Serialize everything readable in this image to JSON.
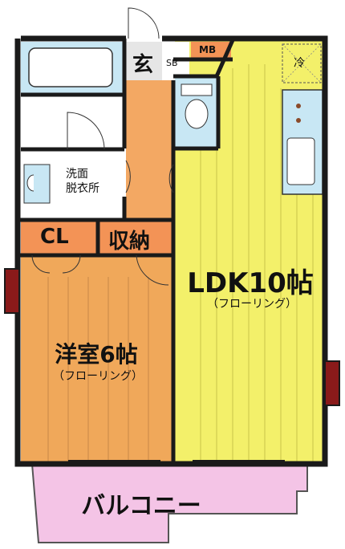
{
  "rooms": {
    "entrance": "玄",
    "shoe_box": "SB",
    "meter_box": "MB",
    "fridge": "冷",
    "washroom": "洗面\n脱衣所",
    "closet": "CL",
    "storage": "収納",
    "ldk": "LDK10帖",
    "ldk_floor": "（フローリング）",
    "western": "洋室6帖",
    "western_floor": "（フローリング）",
    "balcony": "バルコニー"
  },
  "colors": {
    "wall": "#1a1a1a",
    "ldk": "#f3f06a",
    "western": "#f0a85a",
    "corridor": "#f3a863",
    "storage": "#f39356",
    "balcony": "#f4c4e6",
    "bath": "#c8e7f4",
    "window": "#8a1a1a"
  }
}
